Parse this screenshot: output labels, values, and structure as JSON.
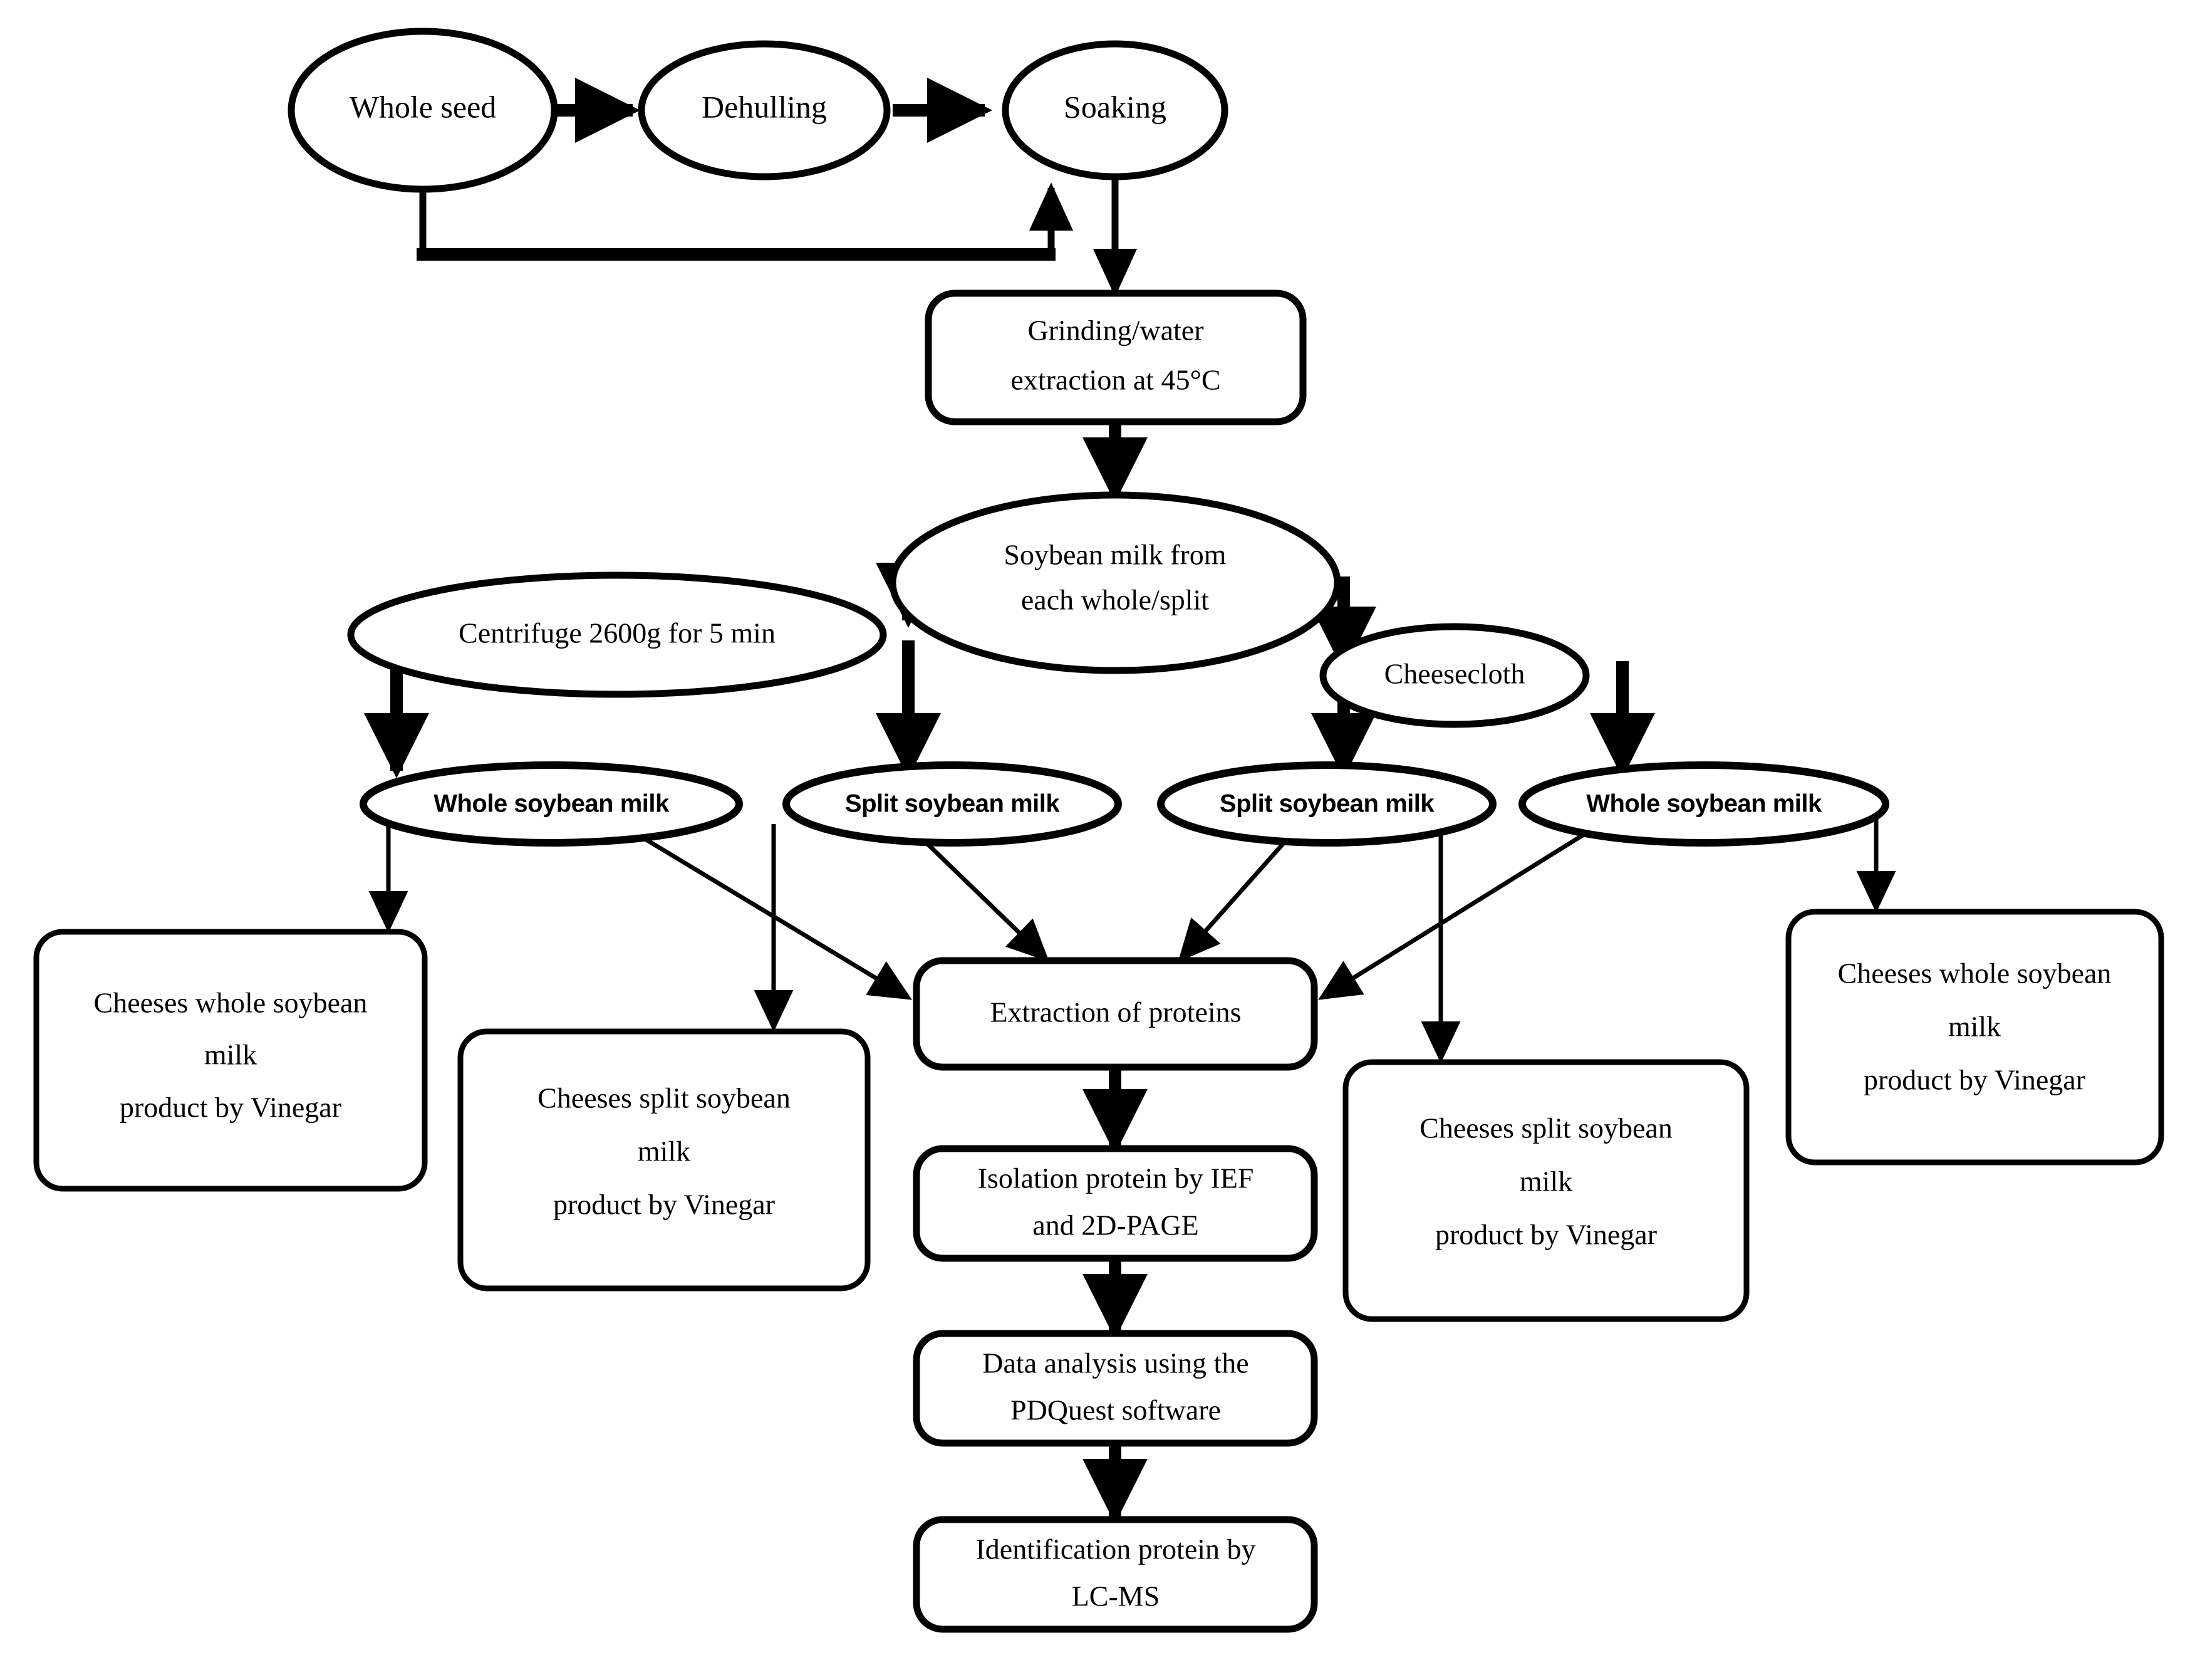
{
  "diagram": {
    "title": "Soybean milk cheese production and protein analysis flowchart",
    "type": "process-flowchart",
    "colors": {
      "stroke": "#000000",
      "fill": "#ffffff",
      "text": "#000000"
    },
    "nodes": {
      "whole_seed": {
        "label": "Whole seed",
        "shape": "ellipse"
      },
      "dehulling": {
        "label": "Dehulling",
        "shape": "ellipse"
      },
      "soaking": {
        "label": "Soaking",
        "shape": "ellipse"
      },
      "grinding": {
        "label_line1": "Grinding/water",
        "label_line2": "extraction at 45°C",
        "shape": "rounded-rect"
      },
      "soybean_milk": {
        "label_line1": "Soybean milk from",
        "label_line2": "each whole/split",
        "shape": "ellipse"
      },
      "centrifuge": {
        "label": "Centrifuge 2600g for 5 min",
        "shape": "ellipse"
      },
      "cheesecloth": {
        "label": "Cheesecloth",
        "shape": "ellipse"
      },
      "milk_1": {
        "label": "Whole soybean milk",
        "shape": "ellipse"
      },
      "milk_2": {
        "label": "Split soybean milk",
        "shape": "ellipse"
      },
      "milk_3": {
        "label": "Split soybean milk",
        "shape": "ellipse"
      },
      "milk_4": {
        "label": "Whole soybean milk",
        "shape": "ellipse"
      },
      "cheese_1": {
        "label_line1": "Cheeses whole soybean",
        "label_line2": "milk",
        "label_line3": "product by Vinegar",
        "shape": "rounded-rect"
      },
      "cheese_2": {
        "label_line1": "Cheeses split soybean",
        "label_line2": "milk",
        "label_line3": "product by Vinegar",
        "shape": "rounded-rect"
      },
      "cheese_3": {
        "label_line1": "Cheeses split soybean",
        "label_line2": "milk",
        "label_line3": "product by Vinegar",
        "shape": "rounded-rect"
      },
      "cheese_4": {
        "label_line1": "Cheeses whole soybean",
        "label_line2": "milk",
        "label_line3": "product by Vinegar",
        "shape": "rounded-rect"
      },
      "extraction": {
        "label": "Extraction of proteins",
        "shape": "rounded-rect"
      },
      "isolation": {
        "label_line1": "Isolation protein by IEF",
        "label_line2": "and 2D-PAGE",
        "shape": "rounded-rect"
      },
      "data_analysis": {
        "label_line1": "Data analysis using the",
        "label_line2": "PDQuest software",
        "shape": "rounded-rect"
      },
      "identification": {
        "label_line1": "Identification protein by",
        "label_line2": "LC-MS",
        "shape": "rounded-rect"
      }
    },
    "edges": [
      {
        "from": "whole_seed",
        "to": "dehulling",
        "style": "thick"
      },
      {
        "from": "dehulling",
        "to": "soaking",
        "style": "thick"
      },
      {
        "from": "whole_seed",
        "to": "soaking",
        "style": "thin-routed"
      },
      {
        "from": "soaking",
        "to": "grinding",
        "style": "thin"
      },
      {
        "from": "grinding",
        "to": "soybean_milk",
        "style": "thick"
      },
      {
        "from": "soybean_milk",
        "to": "milk_1",
        "style": "thick"
      },
      {
        "from": "soybean_milk",
        "to": "milk_2",
        "style": "thick"
      },
      {
        "from": "soybean_milk",
        "to": "milk_3",
        "style": "thick"
      },
      {
        "from": "soybean_milk",
        "to": "milk_4",
        "style": "thick"
      },
      {
        "from": "milk_1",
        "to": "cheese_1",
        "style": "thin"
      },
      {
        "from": "milk_1",
        "to": "extraction",
        "style": "thin"
      },
      {
        "from": "milk_2",
        "to": "cheese_2",
        "style": "thin"
      },
      {
        "from": "milk_2",
        "to": "extraction",
        "style": "thin"
      },
      {
        "from": "milk_3",
        "to": "cheese_3",
        "style": "thin"
      },
      {
        "from": "milk_3",
        "to": "extraction",
        "style": "thin"
      },
      {
        "from": "milk_4",
        "to": "cheese_4",
        "style": "thin"
      },
      {
        "from": "milk_4",
        "to": "extraction",
        "style": "thin"
      },
      {
        "from": "extraction",
        "to": "isolation",
        "style": "thick"
      },
      {
        "from": "isolation",
        "to": "data_analysis",
        "style": "thick"
      },
      {
        "from": "data_analysis",
        "to": "identification",
        "style": "thick"
      }
    ]
  }
}
